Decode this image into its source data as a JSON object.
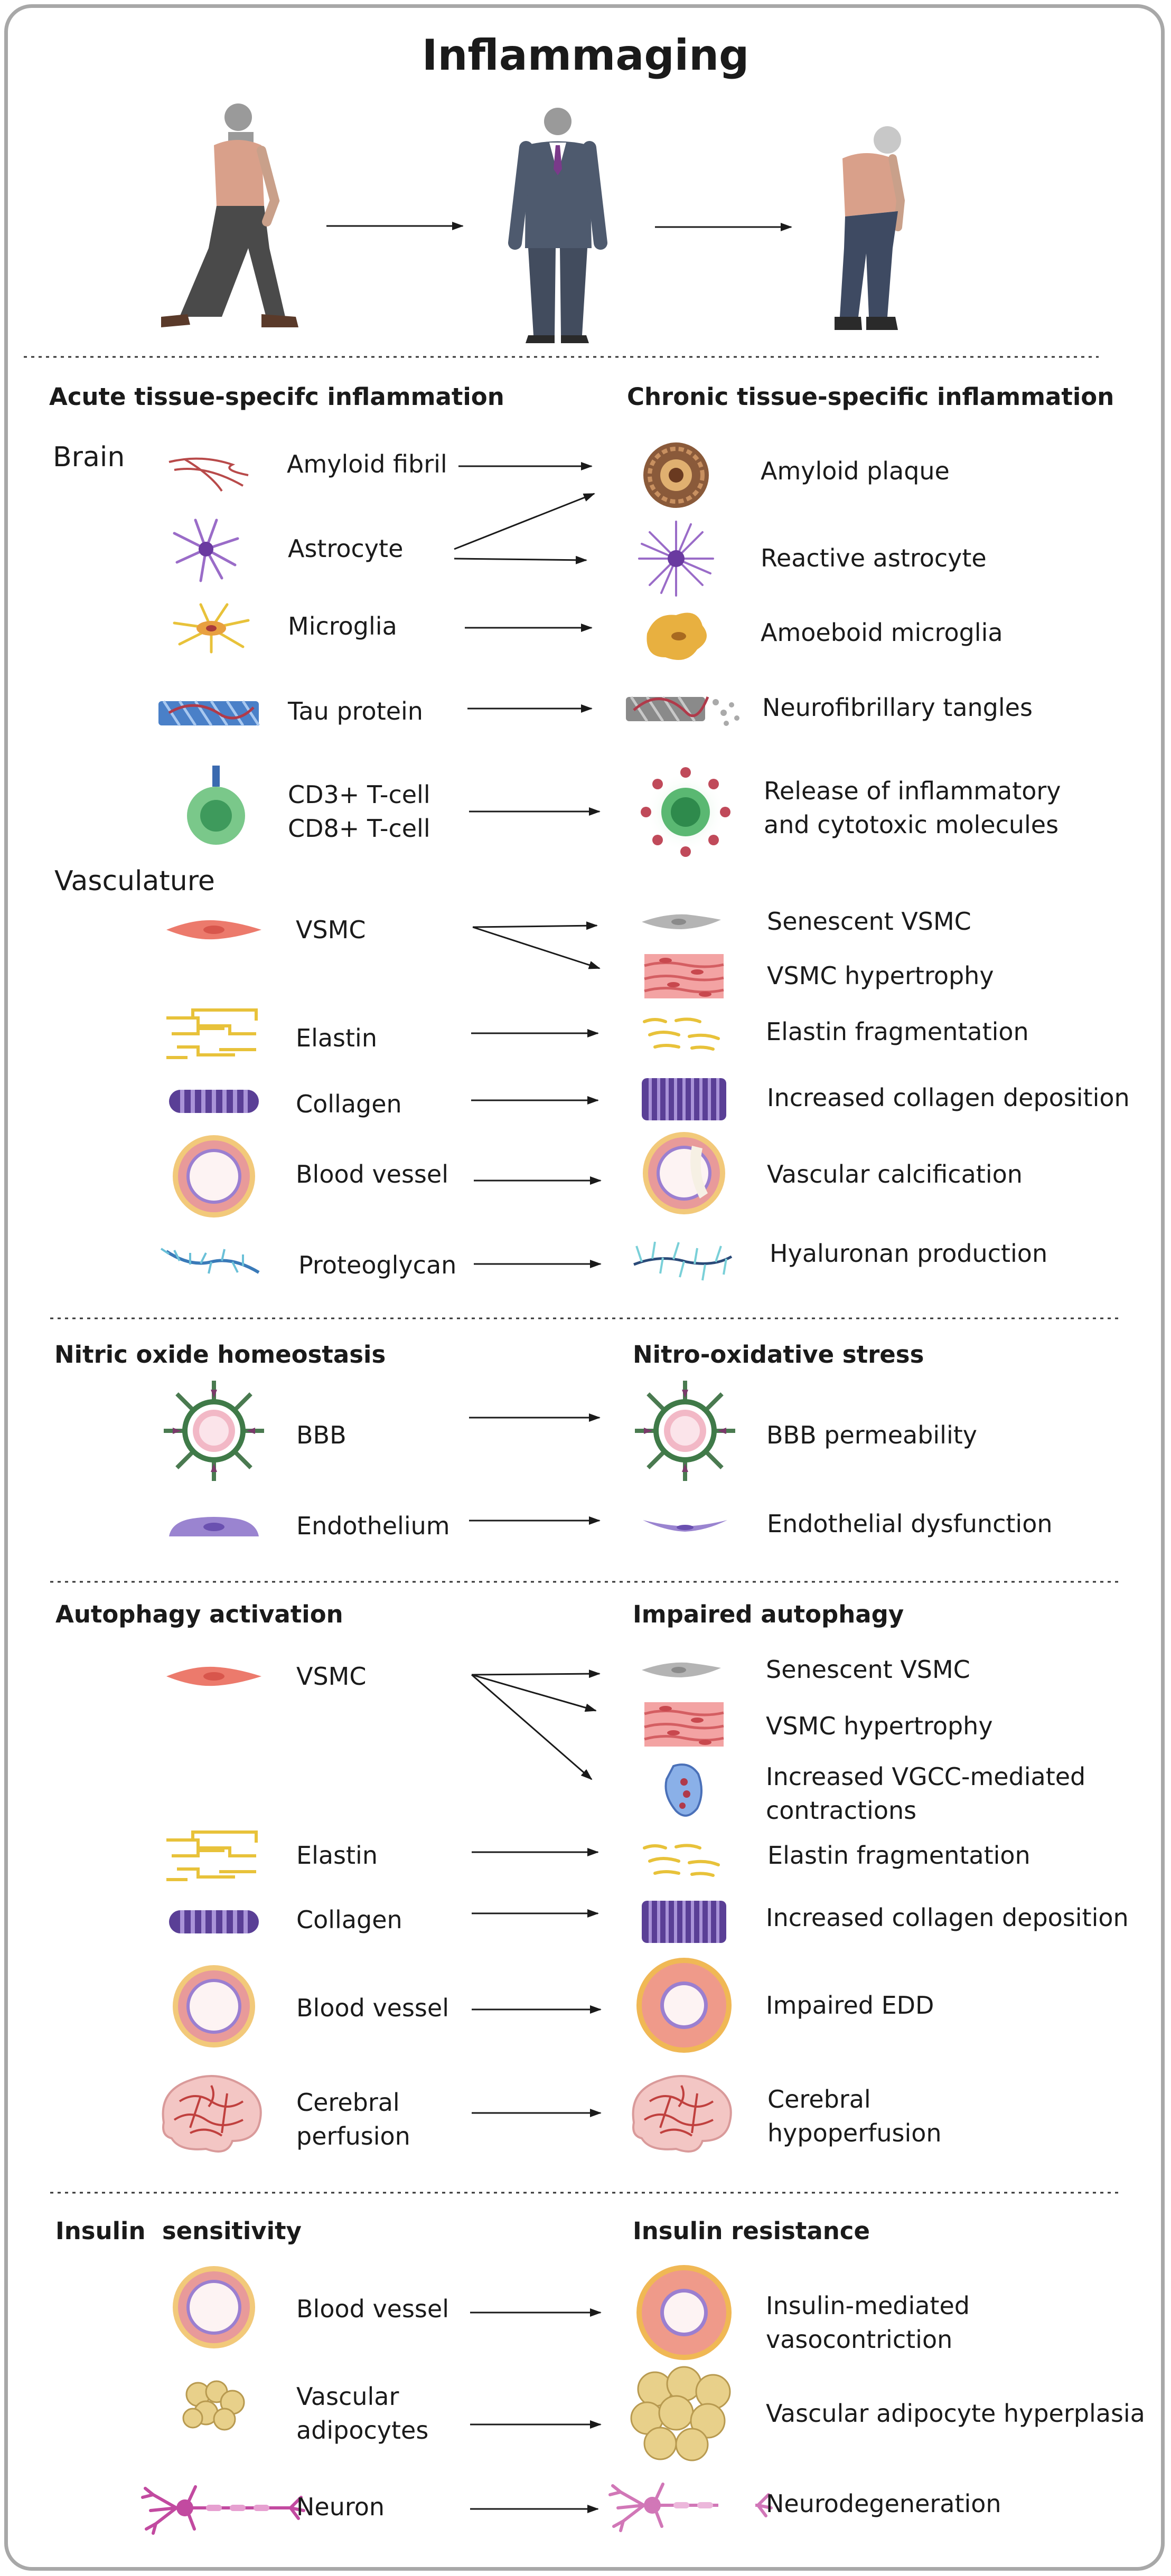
{
  "title": "Inflammaging",
  "figures": [
    "young-walking-man",
    "middle-aged-man-in-suit",
    "elderly-stooped-man"
  ],
  "sections": {
    "inflammation": {
      "left_header": "Acute tissue-specifc inflammation",
      "right_header": "Chronic tissue-specific inflammation",
      "brain_label": "Brain",
      "vasculature_label": "Vasculature",
      "brain_left": [
        "Amyloid fibril",
        "Astrocyte",
        "Microglia",
        "Tau protein",
        "CD3+ T-cell\nCD8+ T-cell"
      ],
      "brain_right": [
        "Amyloid plaque",
        "Reactive astrocyte",
        "Amoeboid microglia",
        "Neurofibrillary tangles",
        "Release of inflammatory\nand cytotoxic molecules"
      ],
      "vasc_left": [
        "VSMC",
        "Elastin",
        "Collagen",
        "Blood vessel",
        "Proteoglycan"
      ],
      "vasc_right": [
        "Senescent VSMC",
        "VSMC hypertrophy",
        "Elastin fragmentation",
        "Increased collagen deposition",
        "Vascular calcification",
        "Hyaluronan production"
      ]
    },
    "nitric": {
      "left_header": "Nitric oxide homeostasis",
      "right_header": "Nitro-oxidative stress",
      "left": [
        "BBB",
        "Endothelium"
      ],
      "right": [
        "BBB permeability",
        "Endothelial dysfunction"
      ]
    },
    "autophagy": {
      "left_header": "Autophagy activation",
      "right_header": "Impaired autophagy",
      "left": [
        "VSMC",
        "Elastin",
        "Collagen",
        "Blood vessel",
        "Cerebral\nperfusion"
      ],
      "right": [
        "Senescent VSMC",
        "VSMC hypertrophy",
        "Increased VGCC-mediated\ncontractions",
        "Elastin fragmentation",
        "Increased collagen deposition",
        "Impaired EDD",
        "Cerebral\nhypoperfusion"
      ]
    },
    "insulin": {
      "left_header": "Insulin  sensitivity",
      "right_header": "Insulin resistance",
      "left": [
        "Blood vessel",
        "Vascular\nadipocytes",
        "Neuron"
      ],
      "right": [
        "Insulin-mediated\nvasocontriction",
        "Vascular adipocyte hyperplasia",
        "Neurodegeneration"
      ]
    }
  },
  "colors": {
    "frame": "#a8a8a8",
    "arrow": "#1a1a1a",
    "vsmc": "#e8766a",
    "collagen": "#6a4fa3",
    "elastin": "#e8c23a",
    "astrocyte": "#8a5cc0",
    "microglia": "#e8b040",
    "tcell": "#3e9a5c",
    "endothelium": "#9a84d0"
  }
}
